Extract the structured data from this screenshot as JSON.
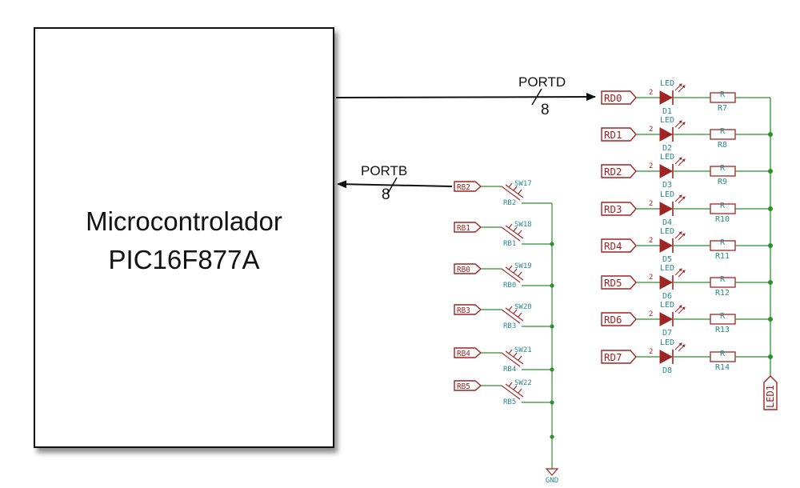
{
  "microcontroller": {
    "line1": "Microcontrolador",
    "line2": "PIC16F877A"
  },
  "portd_bus": {
    "label": "PORTD",
    "width": "8"
  },
  "portb_bus": {
    "label": "PORTB",
    "width": "8"
  },
  "led_rows": [
    {
      "port": "RD0",
      "pin": "2",
      "led_label": "LED",
      "led_ref": "D1",
      "res_label": "R",
      "res_ref": "R7"
    },
    {
      "port": "RD1",
      "pin": "2",
      "led_label": "LED",
      "led_ref": "D2",
      "res_label": "R",
      "res_ref": "R8"
    },
    {
      "port": "RD2",
      "pin": "2",
      "led_label": "LED",
      "led_ref": "D3",
      "res_label": "R",
      "res_ref": "R9"
    },
    {
      "port": "RD3",
      "pin": "2",
      "led_label": "LED",
      "led_ref": "D4",
      "res_label": "R",
      "res_ref": "R10"
    },
    {
      "port": "RD4",
      "pin": "2",
      "led_label": "LED",
      "led_ref": "D5",
      "res_label": "R",
      "res_ref": "R11"
    },
    {
      "port": "RD5",
      "pin": "2",
      "led_label": "LED",
      "led_ref": "D6",
      "res_label": "R",
      "res_ref": "R12"
    },
    {
      "port": "RD6",
      "pin": "2",
      "led_label": "LED",
      "led_ref": "D7",
      "res_label": "R",
      "res_ref": "R13"
    },
    {
      "port": "RD7",
      "pin": "2",
      "led_label": "LED",
      "led_ref": "D8",
      "res_label": "R",
      "res_ref": "R14"
    }
  ],
  "led_output_label": "LED1",
  "switch_rows": [
    {
      "port": "RB2",
      "sw_ref": "SW17",
      "pin_label": "RB2"
    },
    {
      "port": "RB1",
      "sw_ref": "SW18",
      "pin_label": "RB1"
    },
    {
      "port": "RB0",
      "sw_ref": "SW19",
      "pin_label": "RB0"
    },
    {
      "port": "RB3",
      "sw_ref": "SW20",
      "pin_label": "RB3"
    },
    {
      "port": "RB4",
      "sw_ref": "SW21",
      "pin_label": "RB4"
    },
    {
      "port": "RB5",
      "sw_ref": "SW22",
      "pin_label": "RB5"
    }
  ],
  "ground_label": "GND",
  "colors": {
    "wire": "#2f8f2f",
    "component": "#a02424",
    "ref_text": "#2a8a8a",
    "bus": "#111111"
  }
}
